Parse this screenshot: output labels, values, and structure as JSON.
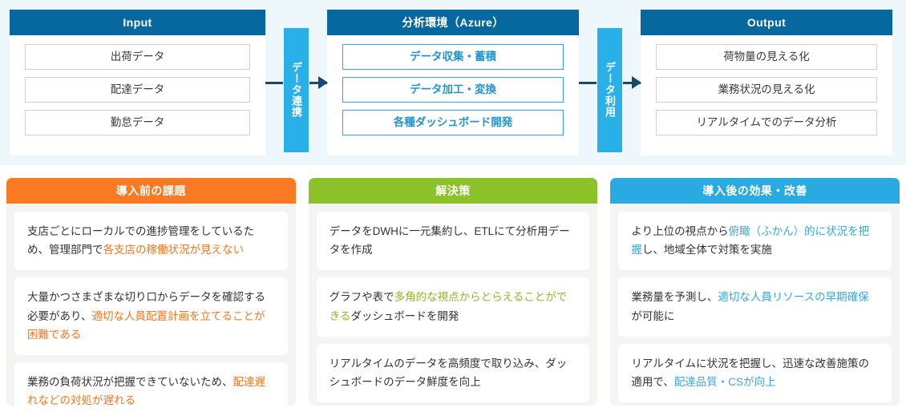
{
  "colors": {
    "page_bg_top": "#eef7fb",
    "panel_header": "#06689f",
    "connector_bar": "#2ab0e8",
    "arrow": "#15496f",
    "accent_cyan": "#2194ce",
    "card_orange": "#f97a22",
    "card_green": "#8cc229",
    "card_blue": "#29abe2",
    "highlight_orange": "#f4761f",
    "highlight_green": "#8cb82a",
    "highlight_blue": "#34a8dd"
  },
  "flow": {
    "panels": [
      {
        "title": "Input",
        "style": "gray",
        "items": [
          "出荷データ",
          "配達データ",
          "勤怠データ"
        ]
      },
      {
        "title": "分析環境（Azure）",
        "style": "cyan",
        "items": [
          "データ収集・蓄積",
          "データ加工・変換",
          "各種ダッシュボード開発"
        ]
      },
      {
        "title": "Output",
        "style": "gray",
        "items": [
          "荷物量の見える化",
          "業務状況の見える化",
          "リアルタイムでのデータ分析"
        ]
      }
    ],
    "connectors": [
      {
        "label": "データ連携"
      },
      {
        "label": "データ利用"
      }
    ]
  },
  "cards": [
    {
      "title": "導入前の課題",
      "header_color": "#f97a22",
      "highlight_color": "#f4761f",
      "items": [
        [
          {
            "text": "支店ごとにローカルでの進捗管理をしているため、管理部門で",
            "highlight": false
          },
          {
            "text": "各支店の稼働状況が見えない",
            "highlight": true
          }
        ],
        [
          {
            "text": "大量かつさまざまな切り口からデータを確認する必要があり、",
            "highlight": false
          },
          {
            "text": "適切な人員配置計画を立てることが困難である",
            "highlight": true
          }
        ],
        [
          {
            "text": "業務の負荷状況が把握できていないため、",
            "highlight": false
          },
          {
            "text": "配達遅れなどの対処が遅れる",
            "highlight": true
          }
        ]
      ]
    },
    {
      "title": "解決策",
      "header_color": "#8cc229",
      "highlight_color": "#8cb82a",
      "items": [
        [
          {
            "text": "データをDWHに一元集約し、ETLにて分析用データを作成",
            "highlight": false
          }
        ],
        [
          {
            "text": "グラフや表で",
            "highlight": false
          },
          {
            "text": "多角的な視点からとらえることができる",
            "highlight": true
          },
          {
            "text": "ダッシュボードを開発",
            "highlight": false
          }
        ],
        [
          {
            "text": "リアルタイムのデータを高頻度で取り込み、ダッシュボードのデータ鮮度を向上",
            "highlight": false
          }
        ]
      ]
    },
    {
      "title": "導入後の効果・改善",
      "header_color": "#29abe2",
      "highlight_color": "#34a8dd",
      "items": [
        [
          {
            "text": "より上位の視点から",
            "highlight": false
          },
          {
            "text": "俯瞰（ふかん）的に状況を把握",
            "highlight": true
          },
          {
            "text": "し、地域全体で対策を実施",
            "highlight": false
          }
        ],
        [
          {
            "text": "業務量を予測し、",
            "highlight": false
          },
          {
            "text": "適切な人員リソースの早期確保",
            "highlight": true
          },
          {
            "text": "が可能に",
            "highlight": false
          }
        ],
        [
          {
            "text": "リアルタイムに状況を把握し、迅速な改善施策の適用で、",
            "highlight": false
          },
          {
            "text": "配達品質・CSが向上",
            "highlight": true
          }
        ]
      ]
    }
  ]
}
